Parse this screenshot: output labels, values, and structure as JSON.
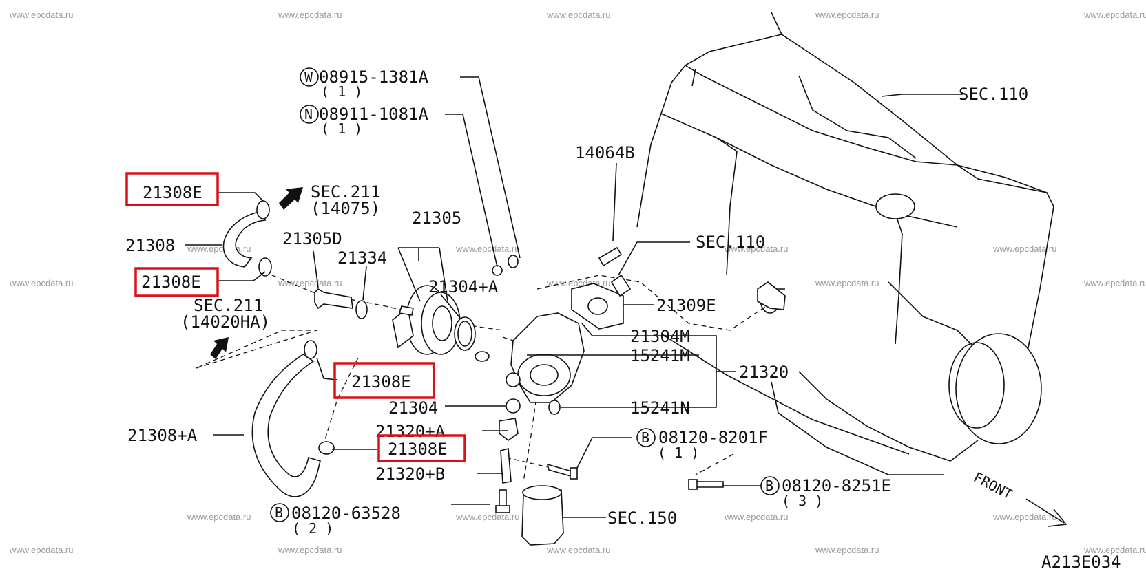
{
  "watermark": "www.epcdata.ru",
  "figure_code": "A213E034",
  "front_label": "FRONT",
  "highlight_color": "#d9121a",
  "callouts": {
    "w_bolt": {
      "prefix": "W",
      "code": "08915-1381A",
      "qty": "( 1 )"
    },
    "n_nut": {
      "prefix": "N",
      "code": "08911-1081A",
      "qty": "( 1 )"
    },
    "b_bolt_1": {
      "prefix": "B",
      "code": "08120-8201F",
      "qty": "( 1 )"
    },
    "b_bolt_2": {
      "prefix": "B",
      "code": "08120-8251E",
      "qty": "( 3 )"
    },
    "b_bolt_3": {
      "prefix": "B",
      "code": "08120-63528",
      "qty": "( 2 )"
    }
  },
  "labels": {
    "sec110_top": "SEC.110",
    "sec110_mid": "SEC.110",
    "sec150": "SEC.150",
    "sec211_a": "SEC.211",
    "sec211_a_ref": "(14075)",
    "sec211_b": "SEC.211",
    "sec211_b_ref": "(14020HA)",
    "p14064B": "14064B",
    "p21305": "21305",
    "p21305D": "21305D",
    "p21334": "21334",
    "p21304A": "21304+A",
    "p21309E": "21309E",
    "p21304M": "21304M",
    "p15241M": "15241M",
    "p21320": "21320",
    "p15241N": "15241N",
    "p21304": "21304",
    "p21320A": "21320+A",
    "p21320B": "21320+B",
    "p21308": "21308",
    "p21308A": "21308+A",
    "clamp_1": "21308E",
    "clamp_2": "21308E",
    "clamp_3": "21308E",
    "clamp_4": "21308E"
  }
}
